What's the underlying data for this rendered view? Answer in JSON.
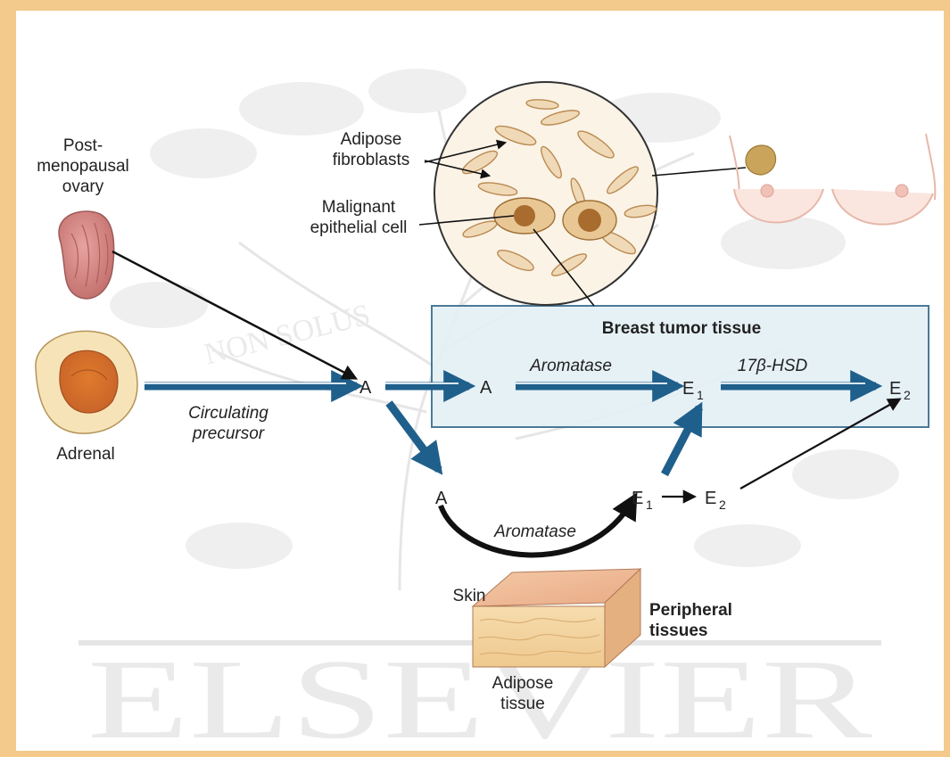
{
  "labels": {
    "ovary_line1": "Post-",
    "ovary_line2": "menopausal",
    "ovary_line3": "ovary",
    "adrenal": "Adrenal",
    "circulating_line1": "Circulating",
    "circulating_line2": "precursor",
    "adipose_fibro_line1": "Adipose",
    "adipose_fibro_line2": "fibroblasts",
    "malignant_line1": "Malignant",
    "malignant_line2": "epithelial cell",
    "tumor_title": "Breast tumor tissue",
    "aromatase_tumor": "Aromatase",
    "hsd": "17β-HSD",
    "aromatase_peripheral": "Aromatase",
    "skin": "Skin",
    "peripheral_line1": "Peripheral",
    "peripheral_line2": "tissues",
    "adipose_tissue_line1": "Adipose",
    "adipose_tissue_line2": "tissue"
  },
  "nodes": {
    "a_circulating": "A",
    "a_tumor": "A",
    "a_peripheral": "A",
    "e_tumor_1": "E",
    "e_tumor_1_sub": "1",
    "e_tumor_2": "E",
    "e_tumor_2_sub": "2",
    "e_periph_1": "E",
    "e_periph_1_sub": "1",
    "e_periph_2": "E",
    "e_periph_2_sub": "2"
  },
  "watermark": {
    "publisher": "ELSEVIER",
    "motto": "NON SOLUS"
  },
  "colors": {
    "frame": "#f3c98c",
    "arrow_blue": "#1f5f8b",
    "tumor_box_fill": "#e4f0f6",
    "tumor_box_stroke": "#3b6f8f"
  }
}
